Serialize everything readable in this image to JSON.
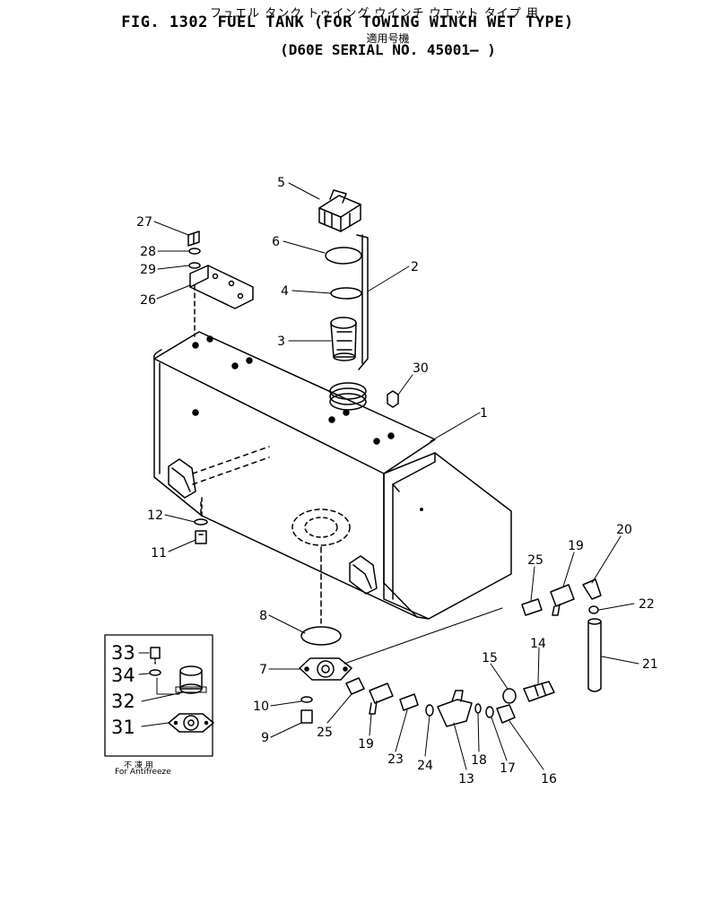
{
  "header": {
    "jp_title": "フュエル タンク  トゥイング ウインチ ウエット タイプ 用",
    "fig_title": "FIG. 1302  FUEL TANK (FOR TOWING WINCH WET TYPE)",
    "jp_applicable": "適用号機",
    "serial": "(D60E SERIAL NO. 45001– )"
  },
  "callouts": {
    "p1": "1",
    "p2": "2",
    "p3": "3",
    "p4": "4",
    "p5": "5",
    "p6": "6",
    "p7": "7",
    "p8": "8",
    "p9": "9",
    "p10": "10",
    "p11": "11",
    "p12": "12",
    "p13": "13",
    "p14": "14",
    "p15": "15",
    "p16": "16",
    "p17": "17",
    "p18": "18",
    "p19a": "19",
    "p19b": "19",
    "p20": "20",
    "p21": "21",
    "p22": "22",
    "p23": "23",
    "p24": "24",
    "p25a": "25",
    "p25b": "25",
    "p26": "26",
    "p27": "27",
    "p28": "28",
    "p29": "29",
    "p30": "30"
  },
  "inset": {
    "p33": "33",
    "p34": "34",
    "p32": "32",
    "p31": "31",
    "note_jp": "不 凍 用",
    "note_en": "For  Antifreeze"
  }
}
